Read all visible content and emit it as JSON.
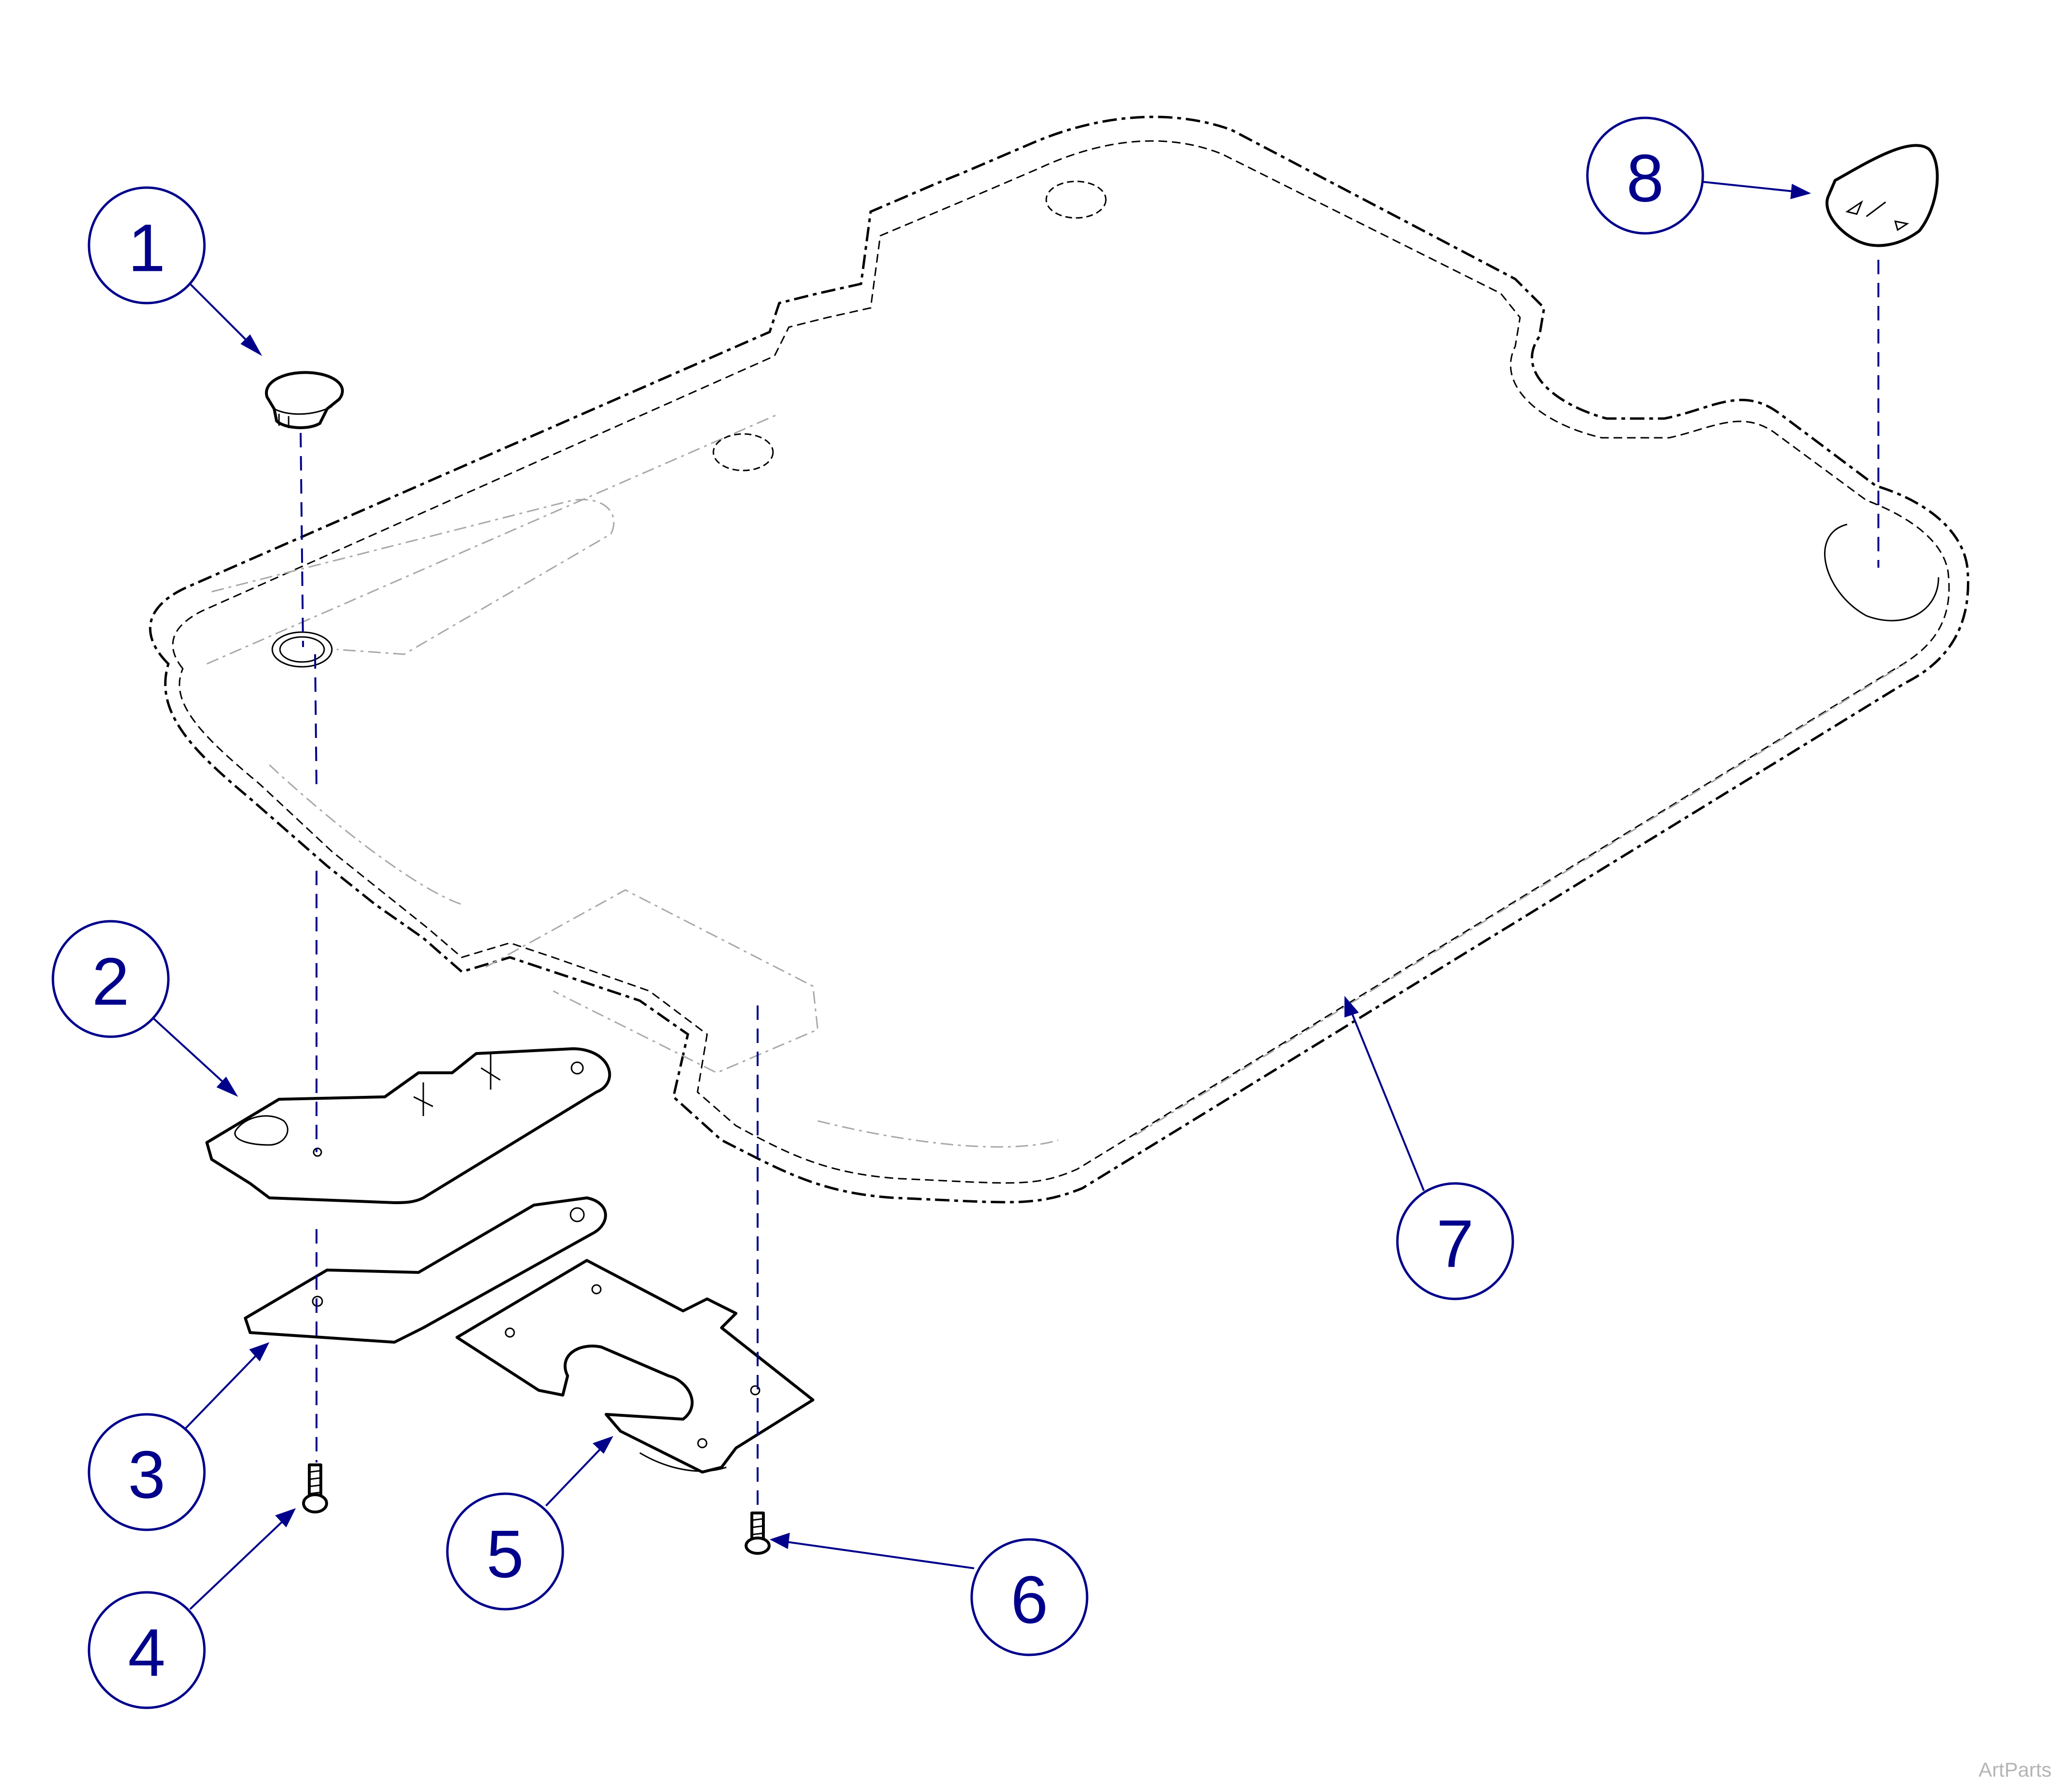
{
  "callouts": [
    {
      "id": "1",
      "label": "1"
    },
    {
      "id": "2",
      "label": "2"
    },
    {
      "id": "3",
      "label": "3"
    },
    {
      "id": "4",
      "label": "4"
    },
    {
      "id": "5",
      "label": "5"
    },
    {
      "id": "6",
      "label": "6"
    },
    {
      "id": "7",
      "label": "7"
    },
    {
      "id": "8",
      "label": "8"
    }
  ],
  "watermark": "ArtParts",
  "colors": {
    "callout": "#00008b",
    "linework": "#000000",
    "watermark": "#b5b5b5"
  }
}
